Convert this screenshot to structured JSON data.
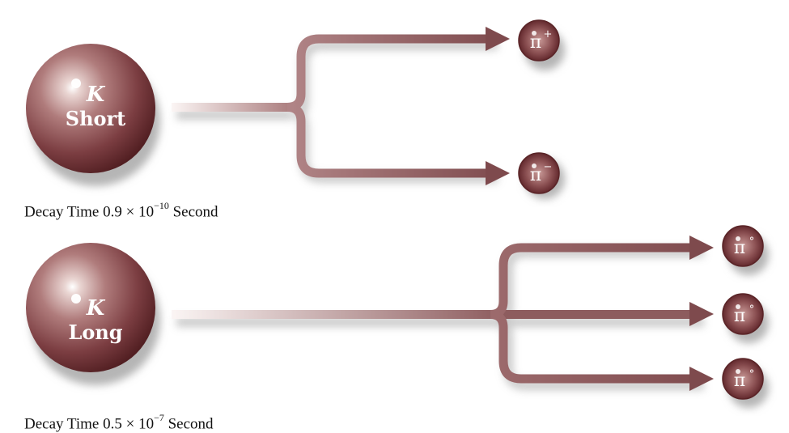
{
  "colors": {
    "particle_dark": "#4e1c1f",
    "particle_mid": "#8e5355",
    "particle_light": "#ead6d3",
    "arrow": "#8a5658",
    "shadow": "#b8b8b8"
  },
  "k_short": {
    "symbol": "K",
    "name": "Short",
    "decay_label": "Decay Time 0.9 × 10",
    "decay_exponent": "−10",
    "decay_unit": "Second",
    "products": [
      {
        "symbol": "π",
        "charge": "+"
      },
      {
        "symbol": "π",
        "charge": "−"
      }
    ]
  },
  "k_long": {
    "symbol": "K",
    "name": "Long",
    "decay_label": "Decay Time 0.5 × 10",
    "decay_exponent": "−7",
    "decay_unit": "Second",
    "products": [
      {
        "symbol": "π",
        "charge": "°"
      },
      {
        "symbol": "π",
        "charge": "°"
      },
      {
        "symbol": "π",
        "charge": "°"
      }
    ]
  }
}
